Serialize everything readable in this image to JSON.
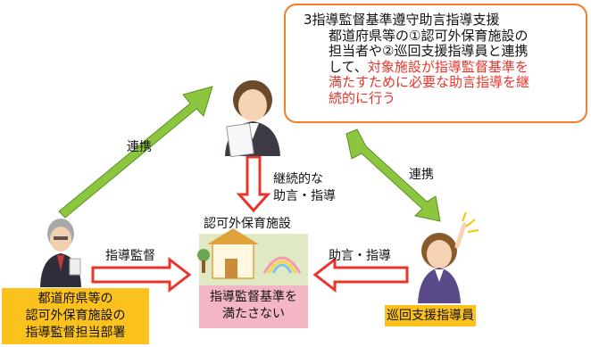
{
  "callout": {
    "title": "3指導監督基準遵守助言指導支援",
    "line1": "都道府県等の①認可外保育施設の",
    "line2": "担当者や②巡回支援指導員と連携",
    "line3_black": "して、",
    "line3_red": "対象施設が指導監督基準を",
    "line4": "満たすために必要な助言指導を継",
    "line5": "続的に行う"
  },
  "labels": {
    "renkei_left": "連携",
    "renkei_right": "連携",
    "continuous_1": "継続的な",
    "continuous_2": "助言・指導",
    "facility": "認可外保育施設",
    "shidou_kantoku": "指導監督",
    "jogen_shidou": "助言・指導"
  },
  "boxes": {
    "prefecture_1": "都道府県等の",
    "prefecture_2": "認可外保育施設の",
    "prefecture_3": "指導監督担当部署",
    "facility_status_1": "指導監督基準を",
    "facility_status_2": "満たさない",
    "patrol": "巡回支援指導員"
  },
  "colors": {
    "green_arrow": "#8cc63f",
    "red_arrow": "#e8342a",
    "callout_border": "#f07e2a",
    "orange_box": "#fbc11d",
    "pink_box": "#f4b6c4"
  }
}
